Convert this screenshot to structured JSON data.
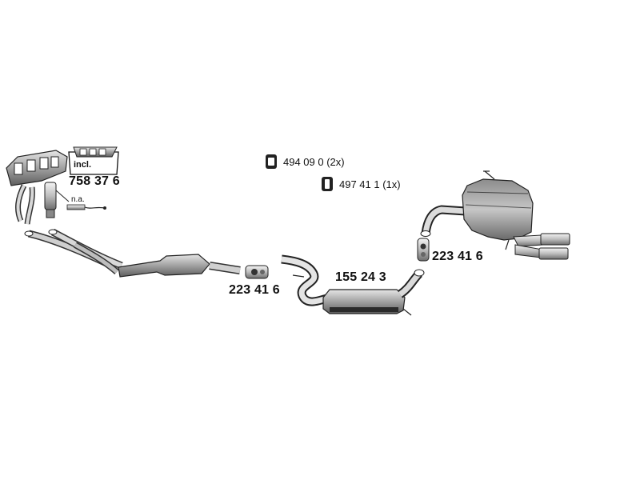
{
  "parts": {
    "manifold_incl": "758 37 6",
    "incl_label": "incl.",
    "na_label": "n.a.",
    "clamp_front": "223 41 6",
    "middle_silencer": "155 24 3",
    "clamp_rear": "223 41 6"
  },
  "legend": {
    "rubber_mount_a": "494 09 0 (2x)",
    "rubber_mount_b": "497 41 1 (1x)"
  }
}
